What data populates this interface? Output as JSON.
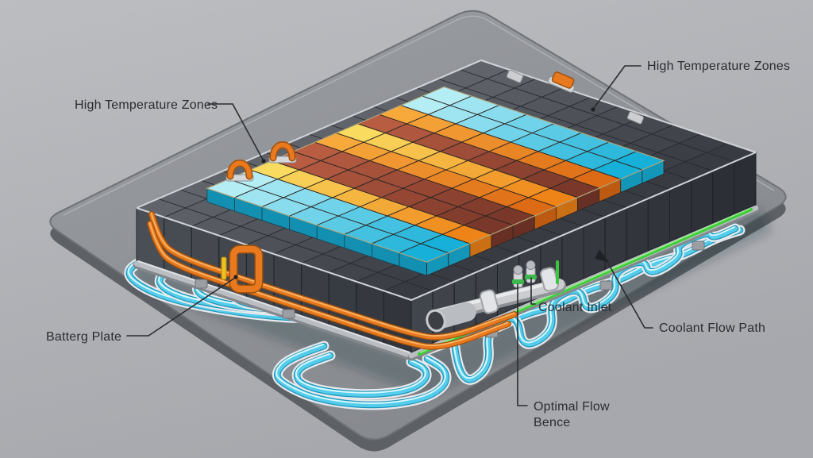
{
  "labels": {
    "high_temp_left": "High Temperature Zones",
    "high_temp_right": "High Temperature Zones",
    "battery_plate": "Batterg Plate",
    "coolant_inlet": "Coolant Inlet",
    "coolant_flow_path": "Coolant Flow Path",
    "optimal_flow_line1": "Optimal Flow",
    "optimal_flow_line2": "Bence"
  },
  "colors": {
    "background_top": "#bbbdc1",
    "background_bottom": "#a6a8ad",
    "plate_top": "#909399",
    "plate_top_light": "#9b9ea3",
    "plate_side": "#5d6065",
    "plate_edge": "#6e7176",
    "tray_white": "#e7e9ec",
    "coolant_tube": "#54cdec",
    "coolant_tube_edge": "#1f96b8",
    "coolant_highlight": "#d8f7fe",
    "cell_gray_light": "#60646a",
    "cell_gray_dark": "#383c42",
    "cool_light": "#b5edf5",
    "cool_dark": "#17b0d8",
    "warm_light": "#f9db60",
    "warm_dark": "#ee8318",
    "hot_light": "#b85c42",
    "hot_dark": "#7a382a",
    "orange_light": "#f7a93c",
    "orange_dark": "#dd6a14",
    "pipe_orange": "#e8791e",
    "pipe_orange_dark": "#a0510e",
    "pipe_orange_light": "#f8b566",
    "rail_silver": "#babdc1",
    "rail_highlight": "#e0e2e5",
    "accent_green": "#3ecd38",
    "accent_green_light": "#93f089",
    "accent_yellow": "#f2c01e",
    "label_text": "#2a2c30"
  },
  "thermal_map": {
    "stripes": [
      "cool",
      "cool",
      "warm",
      "hot",
      "hot",
      "orange",
      "warm",
      "hot",
      "orange",
      "cool",
      "cool"
    ],
    "rows": 8
  }
}
